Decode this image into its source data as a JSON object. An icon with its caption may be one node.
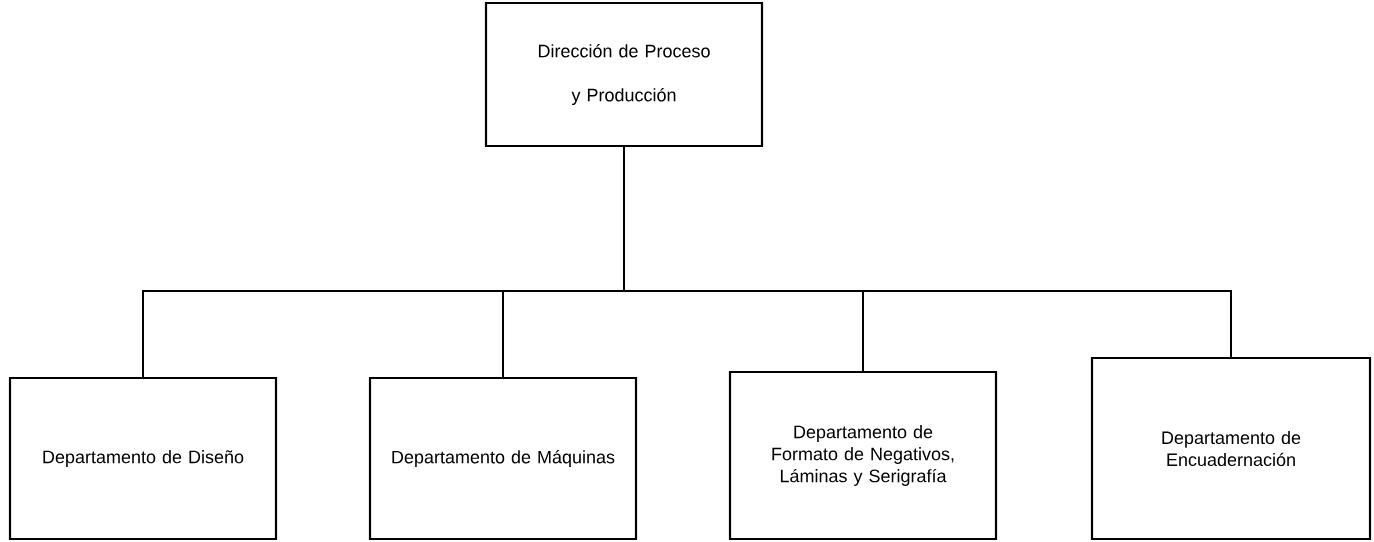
{
  "diagram": {
    "nodes": [
      {
        "text": [
          "Dirección de Proceso y Producción"
        ]
      },
      {
        "text": [
          "Departamento de Diseño"
        ]
      },
      {
        "text": [
          "Departamento de Máquinas"
        ]
      },
      {
        "text": [
          "Departamento de Formato de Negativos, Láminas y Serigrafía"
        ]
      },
      {
        "text": [
          "Departamento de Encuadernación"
        ]
      }
    ],
    "edges": [
      {
        "from": 0,
        "to": 1,
        "arrow": "none"
      },
      {
        "from": 0,
        "to": 2,
        "arrow": "none"
      },
      {
        "from": 0,
        "to": 3,
        "arrow": "none"
      },
      {
        "from": 0,
        "to": 4,
        "arrow": "none"
      }
    ]
  }
}
